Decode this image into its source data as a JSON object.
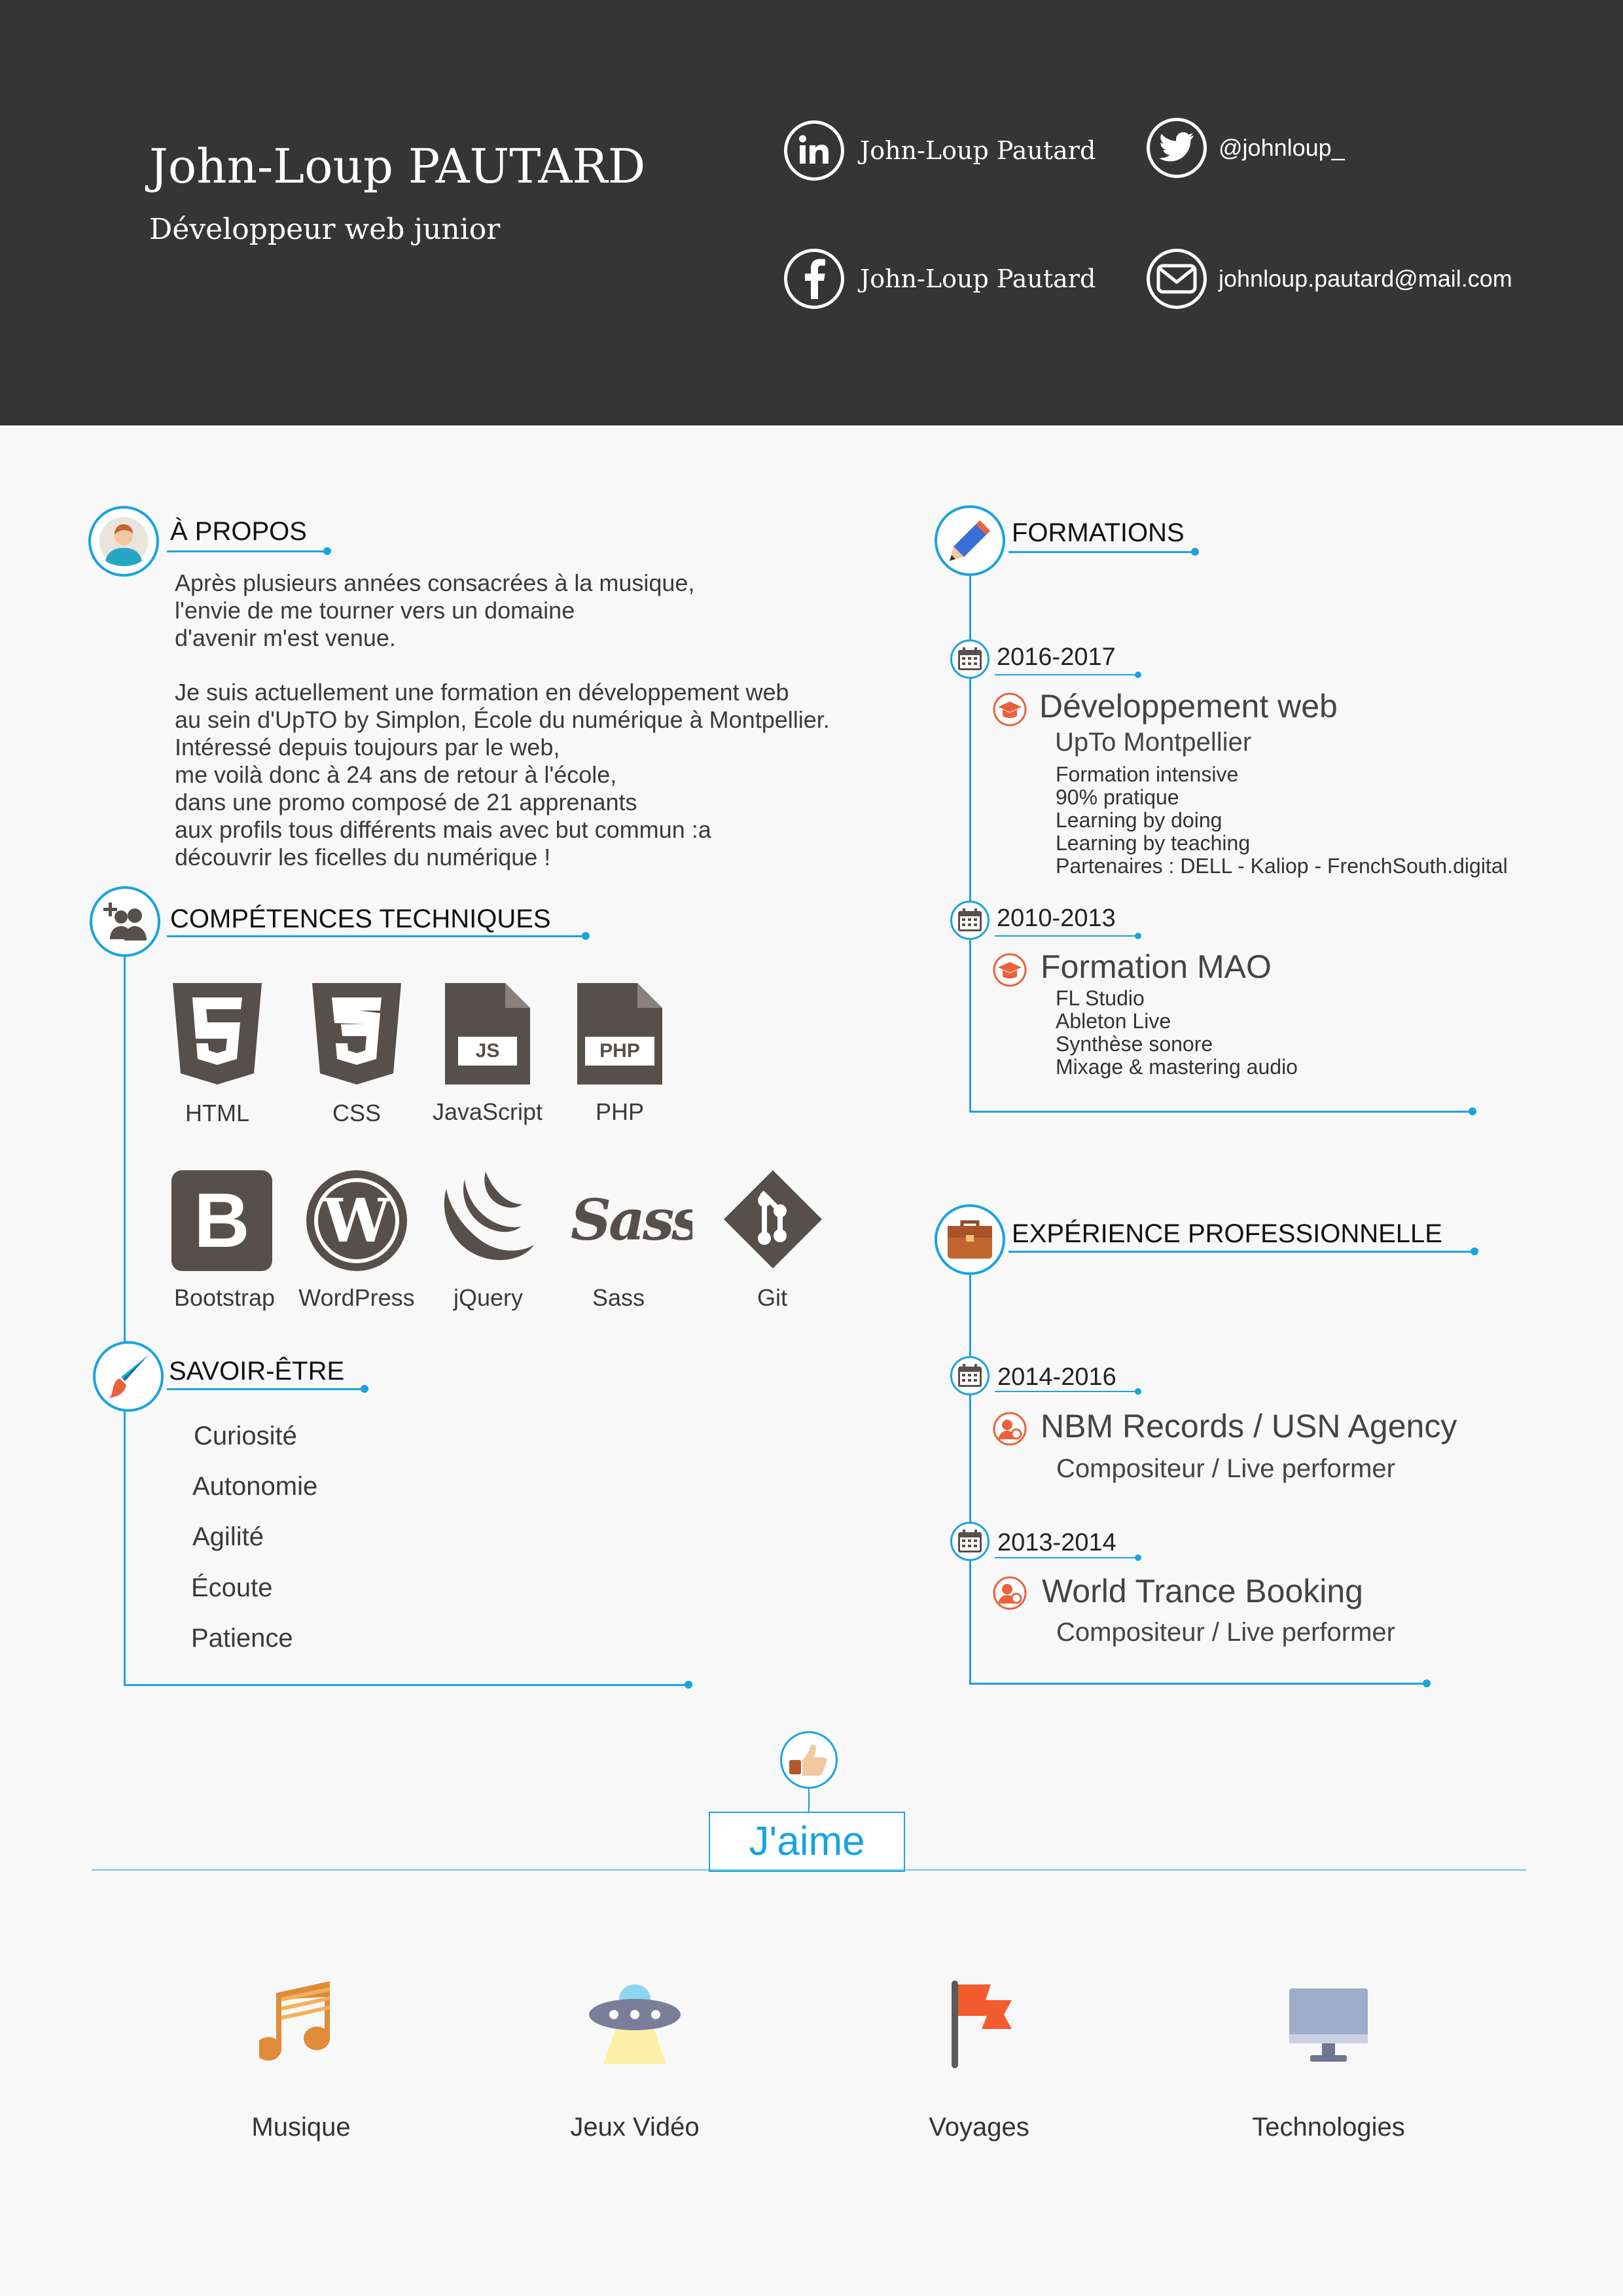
{
  "header": {
    "name": "John-Loup PAUTARD",
    "job_title": "Développeur web junior",
    "contacts": {
      "linkedin": "John-Loup Pautard",
      "twitter": "@johnloup_",
      "facebook": "John-Loup Pautard",
      "email": "johnloup.pautard@mail.com"
    }
  },
  "about": {
    "title": "À PROPOS",
    "paragraph1": "Après plusieurs années consacrées à la musique,\nl'envie de me tourner vers un domaine\nd'avenir m'est venue.",
    "paragraph2": "Je suis actuellement une formation en développement web\nau sein d'UpTO by Simplon, École du numérique à Montpellier.\nIntéressé depuis toujours par le web,\nme voilà donc à 24 ans de retour à l'école,\ndans une promo composé de 21 apprenants\naux profils tous différents mais avec but commun :a\ndécouvrir les ficelles du numérique !"
  },
  "skills": {
    "title": "COMPÉTENCES TECHNIQUES",
    "items": [
      {
        "label": "HTML",
        "icon": "html5-icon"
      },
      {
        "label": "CSS",
        "icon": "css3-icon"
      },
      {
        "label": "JavaScript",
        "icon": "js-file-icon",
        "badge": "JS"
      },
      {
        "label": "PHP",
        "icon": "php-file-icon",
        "badge": "PHP"
      },
      {
        "label": "Bootstrap",
        "icon": "bootstrap-icon",
        "glyph": "B"
      },
      {
        "label": "WordPress",
        "icon": "wordpress-icon",
        "glyph": "W"
      },
      {
        "label": "jQuery",
        "icon": "jquery-icon"
      },
      {
        "label": "Sass",
        "icon": "sass-icon",
        "glyph": "Sass"
      },
      {
        "label": "Git",
        "icon": "git-icon"
      }
    ]
  },
  "soft_skills": {
    "title": "SAVOIR-ÊTRE",
    "items": [
      "Curiosité",
      "Autonomie",
      "Agilité",
      "Écoute",
      "Patience"
    ]
  },
  "formations": {
    "title": "FORMATIONS",
    "entries": [
      {
        "dates": "2016-2017",
        "title": "Développement web",
        "subtitle": "UpTo Montpellier",
        "details": "Formation intensive\n90% pratique\nLearning by doing\nLearning by teaching\nPartenaires : DELL - Kaliop - FrenchSouth.digital"
      },
      {
        "dates": "2010-2013",
        "title": "Formation MAO",
        "details": "FL Studio\nAbleton Live\nSynthèse sonore\nMixage & mastering audio"
      }
    ]
  },
  "experience": {
    "title": "EXPÉRIENCE PROFESSIONNELLE",
    "entries": [
      {
        "dates": "2014-2016",
        "company": "NBM Records / USN Agency",
        "role": "Compositeur / Live performer"
      },
      {
        "dates": "2013-2014",
        "company": "World Trance Booking",
        "role": "Compositeur / Live performer"
      }
    ]
  },
  "likes": {
    "title": "J'aime",
    "items": [
      {
        "label": "Musique",
        "icon": "music-note-icon"
      },
      {
        "label": "Jeux Vidéo",
        "icon": "ufo-icon"
      },
      {
        "label": "Voyages",
        "icon": "flag-icon"
      },
      {
        "label": "Technologies",
        "icon": "monitor-icon"
      }
    ]
  },
  "colors": {
    "header_bg": "#353536",
    "accent": "#1aa3df",
    "icon_dark": "#574f4c",
    "icon_orange": "#e9623d"
  }
}
